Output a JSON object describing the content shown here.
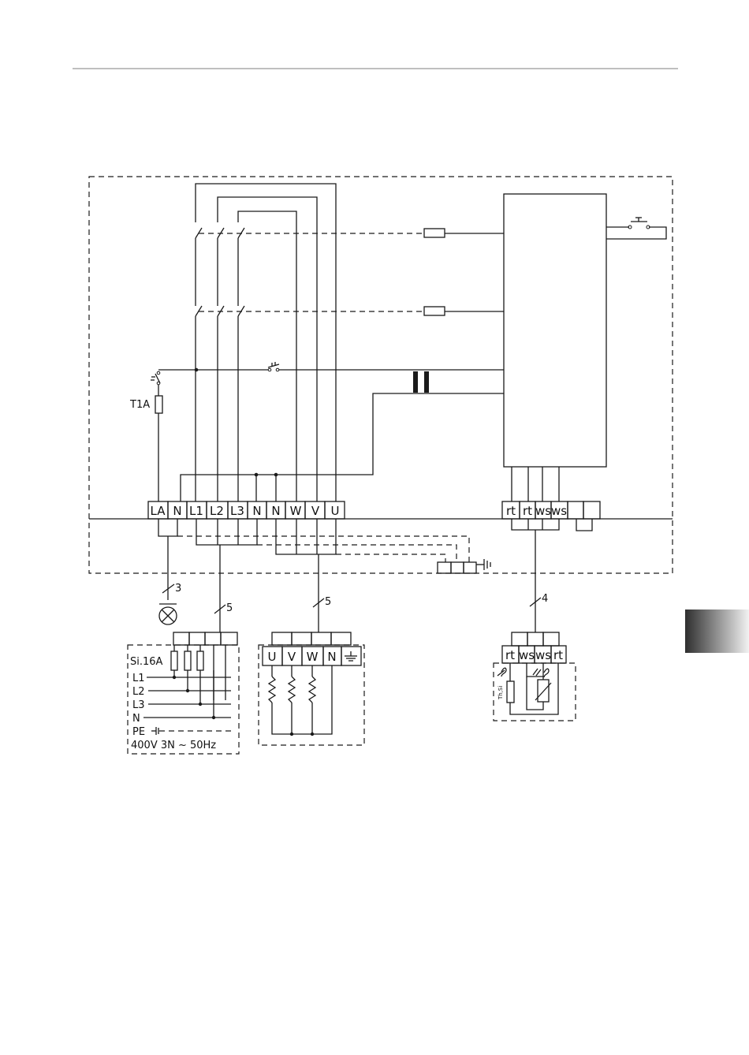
{
  "fuse_label": "T1A",
  "main_terminals": [
    "LA",
    "N",
    "L1",
    "L2",
    "L3",
    "N",
    "N",
    "W",
    "V",
    "U"
  ],
  "control_terminals": [
    "rt",
    "rt",
    "ws",
    "ws"
  ],
  "cable_counts": {
    "lamp": "3",
    "supply": "5",
    "heater": "5",
    "sensor": "4"
  },
  "supply": {
    "fuse": "Si.16A",
    "lines": [
      "L1",
      "L2",
      "L3",
      "N",
      "PE"
    ],
    "rating": "400V 3N ~ 50Hz"
  },
  "heater_terminals": [
    "U",
    "V",
    "W",
    "N"
  ],
  "sensor_terminals": [
    "rt",
    "ws",
    "ws",
    "rt"
  ],
  "sensor_label": "Th,Si",
  "colors": {
    "line": "#1a1a1a",
    "tab_gradient_start": "#2e2e2e",
    "tab_gradient_end": "#f2f2f2"
  }
}
